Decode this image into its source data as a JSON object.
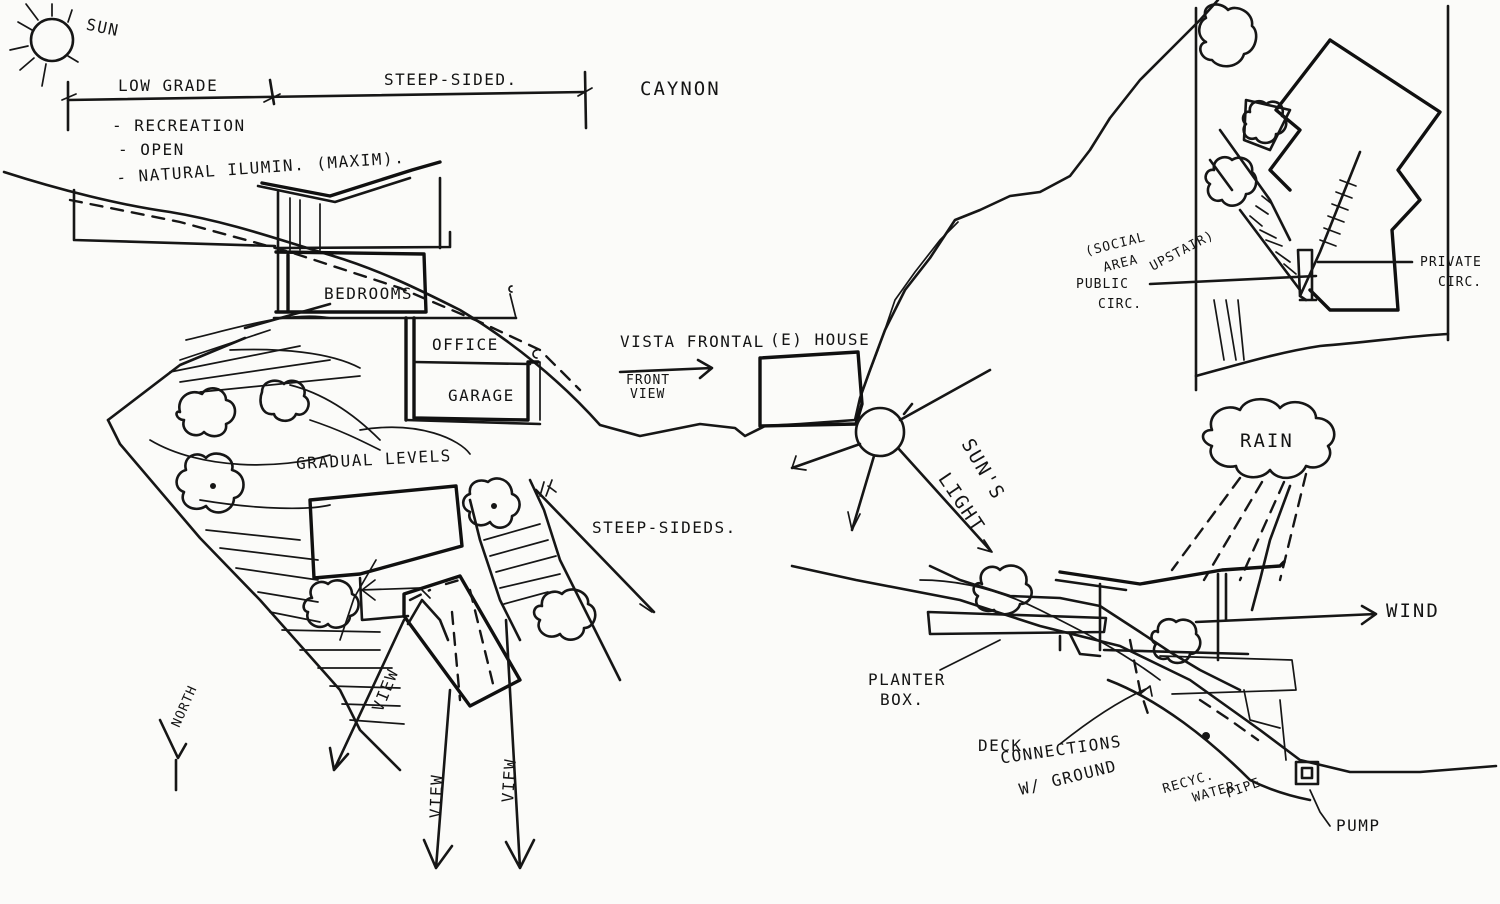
{
  "colors": {
    "paper": "#fbfbf9",
    "ink": "#161616"
  },
  "labels": {
    "sun": "SUN",
    "low_grade": "LOW GRADE",
    "steep_sided_top": "STEEP-SIDED.",
    "caynon": "CAYNON",
    "recreation": "- RECREATION",
    "open": "- OPEN",
    "natural": "- NATURAL ILUMIN. (MAXIM).",
    "bedrooms": "BEDROOMS",
    "office": "OFFICE",
    "garage": "GARAGE",
    "vista_frontal": "VISTA FRONTAL",
    "front_view": "FRONT",
    "front_view_2": "VIEW",
    "e_house": "(E) HOUSE",
    "gradual_levels": "GRADUAL LEVELS",
    "steep_sideds": "STEEP-SIDEDS.",
    "view_1": "VIEW",
    "view_2": "VIEW",
    "view_3": "VIEW",
    "north": "NORTH",
    "suns_light_1": "SUN'S",
    "suns_light_2": "LIGHT",
    "social_1": "(SOCIAL",
    "social_2": "AREA",
    "social_3": "UPSTAIR)",
    "public_1": "PUBLIC",
    "public_2": "CIRC.",
    "private_1": "PRIVATE",
    "private_2": "CIRC.",
    "rain": "RAIN",
    "wind": "WIND",
    "planter_1": "PLANTER",
    "planter_2": "BOX.",
    "deck_1": "DECK",
    "deck_2": "CONNECTIONS",
    "deck_3": "W/ GROUND",
    "recyc_1": "RECYC.",
    "recyc_2": "WATER",
    "recyc_3": "PIPE",
    "pump": "PUMP"
  }
}
